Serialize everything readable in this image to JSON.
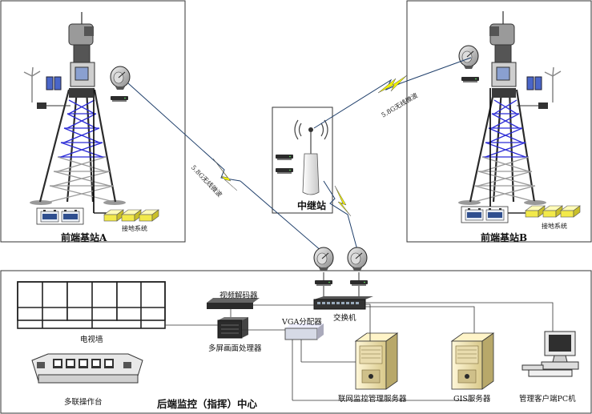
{
  "station_a": {
    "title": "前端基站A",
    "ground_label": "接地系统"
  },
  "station_b": {
    "title": "前端基站B",
    "ground_label": "接地系统"
  },
  "relay": {
    "title": "中继站"
  },
  "links": {
    "wireless_a": "5.8G无线微波",
    "wireless_b": "5.8G无线微波"
  },
  "center": {
    "title": "后端监控（指挥）中心",
    "video_wall": "电视墙",
    "console": "多联操作台",
    "decoder": "视频解码器",
    "processor": "多屏画面处理器",
    "vga_splitter": "VGA分配器",
    "switch": "交换机",
    "mgmt_server": "联网监控管理服务器",
    "gis_server": "GIS服务器",
    "client_pc": "管理客户端PC机"
  },
  "colors": {
    "tower_blue": "#2b2bd6",
    "link_line": "#1f3f6b",
    "lightning": "#e6e600",
    "ground_box": "#f2e94a"
  }
}
